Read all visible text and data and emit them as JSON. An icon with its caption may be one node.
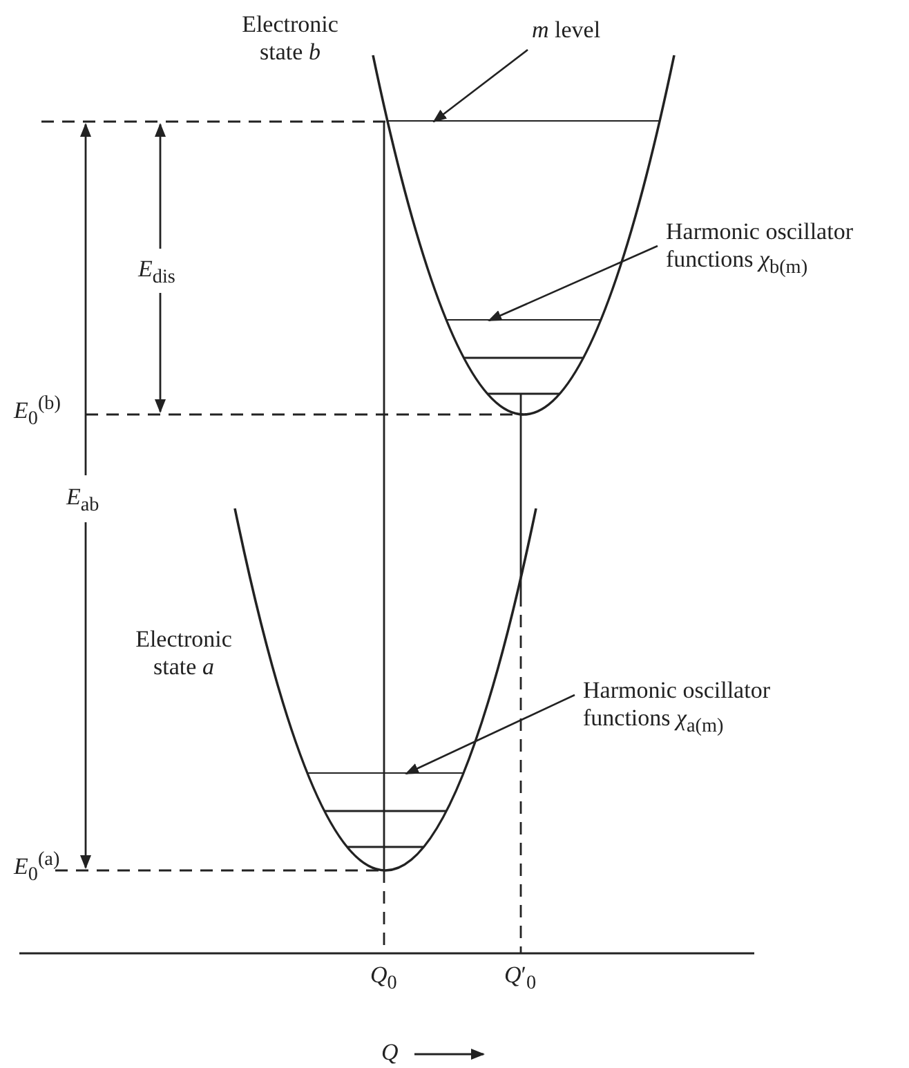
{
  "diagram": {
    "nodes": [
      {
        "text": [
          "*m* level"
        ]
      },
      {
        "text": [],
        "shape": "line"
      },
      {
        "text": [
          "Harmonic oscillator functions *χ*$_{b(m)}$"
        ]
      },
      {
        "text": [],
        "shape": "line"
      },
      {
        "text": [
          "Harmonic oscillator functions *χ*$_{a(m)}$"
        ]
      },
      {
        "text": [],
        "shape": "line"
      }
    ],
    "edges": [
      {
        "from": 0,
        "to": 1,
        "arrow": "to"
      },
      {
        "from": 2,
        "to": 3,
        "arrow": "to"
      },
      {
        "from": 4,
        "to": 5,
        "arrow": "to"
      }
    ],
    "labels": [
      "Electronic state *b*",
      "*E*$_{dis}$",
      "*E*$_{0}$$^{(b)}$",
      "*E*$_{ab}$",
      "Electronic state *a*",
      "*E*$_{0}$$^{(a)}$",
      "*Q*$_{0}$",
      "*Q*′$_{0}$",
      "*Q*"
    ]
  }
}
